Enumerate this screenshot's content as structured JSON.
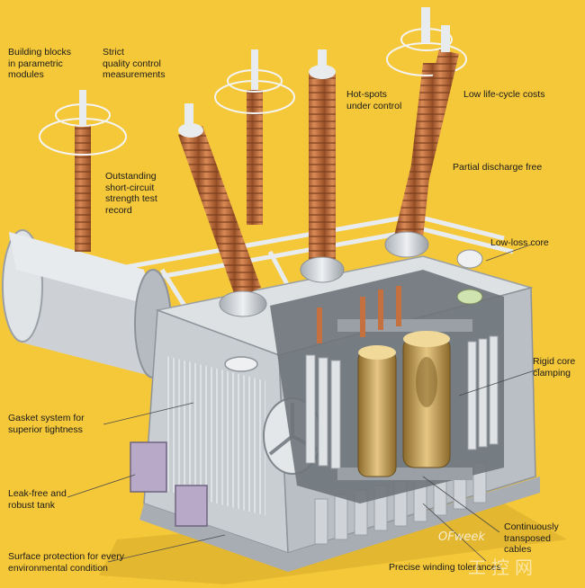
{
  "labels": {
    "building_blocks": "Building blocks\nin parametric\nmodules",
    "quality_control": "Strict\nquality control\nmeasurements",
    "hot_spots": "Hot-spots\nunder control",
    "life_cycle": "Low life-cycle costs",
    "short_circuit": "Outstanding\nshort-circuit\nstrength test\nrecord",
    "partial_discharge": "Partial discharge free",
    "low_loss_core": "Low-loss core",
    "rigid_core": "Rigid core\nclamping",
    "gasket": "Gasket system for\nsuperior tightness",
    "leak_free": "Leak-free and\nrobust tank",
    "transposed": "Continuously\ntransposed\ncables",
    "surface": "Surface protection for every\nenvironmental condition",
    "winding": "Precise winding tolerances"
  },
  "watermark": {
    "brand": "OFweek",
    "cn": "工控网"
  },
  "colors": {
    "background": "#f5c83a",
    "tank": "#d4d8dc",
    "bushing": "#c4713f",
    "winding": "#c8a35a"
  }
}
